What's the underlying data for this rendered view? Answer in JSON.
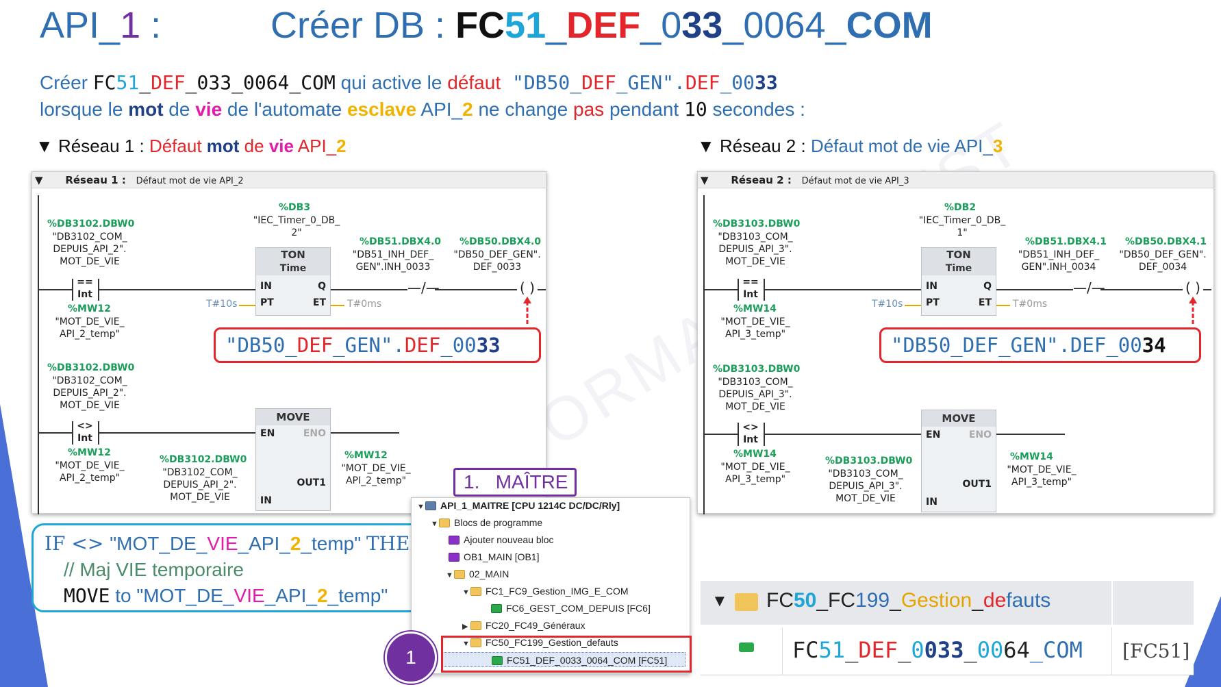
{
  "title": {
    "api_prefix": "API_",
    "api_num": "1",
    "api_colon": " :",
    "creer": "Créer DB : ",
    "fc": "FC",
    "fc_num": "51",
    "sep1": "_",
    "def": "DEF",
    "sep2": "_",
    "n0": "0",
    "n33": "33",
    "sep3": "_",
    "n0064": "0064",
    "sep4": "_",
    "com": "COM"
  },
  "desc": {
    "l1_a": "Créer ",
    "l1_fc": "FC",
    "l1_51": "51",
    "l1_us1": "_",
    "l1_def": "DEF",
    "l1_rest": "_033_0064_COM",
    "l1_b": " qui active le ",
    "l1_defaut": "défaut",
    "l1_q1": " \"DB50_",
    "l1_defw": "DEF",
    "l1_gen": "_GEN\".",
    "l1_def2": "DEF",
    "l1_00": "_00",
    "l1_33": "33",
    "l2_a": "lorsque le ",
    "l2_mot": "mot",
    "l2_de": " de ",
    "l2_vie": "vie",
    "l2_b": " de l'automate ",
    "l2_esclave": "esclave",
    "l2_api": " API_",
    "l2_2": "2",
    "l2_ne": " ne change ",
    "l2_pas": "pas",
    "l2_pendant": " pendant ",
    "l2_10": "10",
    "l2_end": " secondes :"
  },
  "sections": {
    "r1_label": "▼  Réseau 1 : ",
    "r1_defaut": "Défaut ",
    "r1_mot": "mot",
    "r1_de": " de ",
    "r1_vie": "vie",
    "r1_api": " API_",
    "r1_num": "2",
    "r2_label": "▼  Réseau 2 : ",
    "r2_rest": "Défaut mot de vie API_",
    "r2_num": "3"
  },
  "network1": {
    "header_bold": "Réseau 1 :",
    "header_text": "Défaut mot de vie API_2",
    "cmp1_tag": "%DB3102.DBW0",
    "cmp1_sym": "\"DB3102_COM_\nDEPUIS_API_2\".\nMOT_DE_VIE",
    "cmp_eq": "==",
    "cmp_int": "Int",
    "cmp1_tag2": "%MW12",
    "cmp1_sym2": "\"MOT_DE_VIE_\nAPI_2_temp\"",
    "timer_tag": "%DB3",
    "timer_sym": "\"IEC_Timer_0_DB_\n2\"",
    "ton": "TON",
    "time": "Time",
    "in": "IN",
    "q": "Q",
    "pt": "PT",
    "et": "ET",
    "pt_val": "T#10s",
    "et_val": "T#0ms",
    "inh_tag": "%DB51.DBX4.0",
    "inh_sym": "\"DB51_INH_DEF_\nGEN\".INH_0033",
    "coil_tag": "%DB50.DBX4.0",
    "coil_sym": "\"DB50_DEF_GEN\".\nDEF_0033",
    "callout_a": "\"DB50_",
    "callout_def": "DEF",
    "callout_b": "_GEN\".",
    "callout_def2": "DEF",
    "callout_00": "_00",
    "callout_num": "33",
    "cmp2_tag": "%DB3102.DBW0",
    "cmp2_sym": "\"DB3102_COM_\nDEPUIS_API_2\".\nMOT_DE_VIE",
    "cmp_ne": "<>",
    "cmp2_tag2": "%MW12",
    "cmp2_sym2": "\"MOT_DE_VIE_\nAPI_2_temp\"",
    "move": "MOVE",
    "en": "EN",
    "eno": "ENO",
    "out1": "OUT1",
    "move_in_tag": "%DB3102.DBW0",
    "move_in_sym": "\"DB3102_COM_\nDEPUIS_API_2\".\nMOT_DE_VIE",
    "move_out_tag": "%MW12",
    "move_out_sym": "\"MOT_DE_VIE_\nAPI_2_temp\""
  },
  "network2": {
    "header_bold": "Réseau 2 :",
    "header_text": "Défaut mot de vie API_3",
    "cmp1_tag": "%DB3103.DBW0",
    "cmp1_sym": "\"DB3103_COM_\nDEPUIS_API_3\".\nMOT_DE_VIE",
    "cmp1_tag2": "%MW14",
    "cmp1_sym2": "\"MOT_DE_VIE_\nAPI_3_temp\"",
    "timer_tag": "%DB2",
    "timer_sym": "\"IEC_Timer_0_DB_\n1\"",
    "inh_tag": "%DB51.DBX4.1",
    "inh_sym": "\"DB51_INH_DEF_\nGEN\".INH_0034",
    "coil_tag": "%DB50.DBX4.1",
    "coil_sym": "\"DB50_DEF_GEN\".\nDEF_0034",
    "callout_num": "34",
    "cmp2_tag": "%DB3103.DBW0",
    "cmp2_sym": "\"DB3103_COM_\nDEPUIS_API_3\".\nMOT_DE_VIE",
    "cmp2_tag2": "%MW14",
    "cmp2_sym2": "\"MOT_DE_VIE_\nAPI_3_temp\"",
    "move_in_tag": "%DB3103.DBW0",
    "move_in_sym": "\"DB3103_COM_\nDEPUIS_API_3\".\nMOT_DE_VIE",
    "move_out_tag": "%MW14",
    "move_out_sym": "\"MOT_DE_VIE_\nAPI_3_temp\""
  },
  "code": {
    "if": "IF <> ",
    "q_a": "\"MOT_DE_",
    "q_vie": "VIE",
    "q_b": "_API_",
    "q_2": "2",
    "q_c": "_temp\" ",
    "then": "THEN",
    "comment": "// Maj VIE temporaire",
    "move": "MOVE",
    "to": " to ",
    "m_a": "\"MOT_DE_",
    "m_vie": "VIE",
    "m_b": "_API_",
    "m_2": "2",
    "m_c": "_temp\""
  },
  "maitre_label": "1.   MAÎTRE",
  "tree": {
    "items": [
      {
        "label": "API_1_MAITRE [CPU 1214C DC/DC/Rly]"
      },
      {
        "label": "Blocs de programme"
      },
      {
        "label": "Ajouter nouveau bloc"
      },
      {
        "label": "OB1_MAIN [OB1]"
      },
      {
        "label": "02_MAIN"
      },
      {
        "label": "FC1_FC9_Gestion_IMG_E_COM"
      },
      {
        "label": "FC6_GEST_COM_DEPUIS [FC6]"
      },
      {
        "label": "FC20_FC49_Généraux"
      },
      {
        "label": "FC50_FC199_Gestion_defauts"
      },
      {
        "label": "FC51_DEF_0033_0064_COM [FC51]"
      }
    ]
  },
  "badge_num": "1",
  "detail": {
    "folder_fc": "FC",
    "folder_50": "50",
    "folder_mid": "_FC",
    "folder_199": "199",
    "folder_us": "_",
    "folder_gestion": "Gestion",
    "folder_us2": "_",
    "folder_de": "de",
    "folder_fauts": "fauts",
    "fc_fc": "FC",
    "fc_51": "51",
    "fc_us": "_",
    "fc_def": "DEF",
    "fc_us2": "_",
    "fc_0": "0",
    "fc_033": "033",
    "fc_us3": "_",
    "fc_00": "00",
    "fc_64": "64",
    "fc_com": "_COM",
    "fc_num": "[FC51]"
  },
  "watermark": "FORMATION TEST",
  "colors": {
    "blue": "#2f6fb1",
    "cyan": "#1ea6d9",
    "red": "#e3262b",
    "magenta": "#e21ca7",
    "yellow": "#f0b400",
    "purple": "#7030a0",
    "green": "#1a9e5a"
  }
}
